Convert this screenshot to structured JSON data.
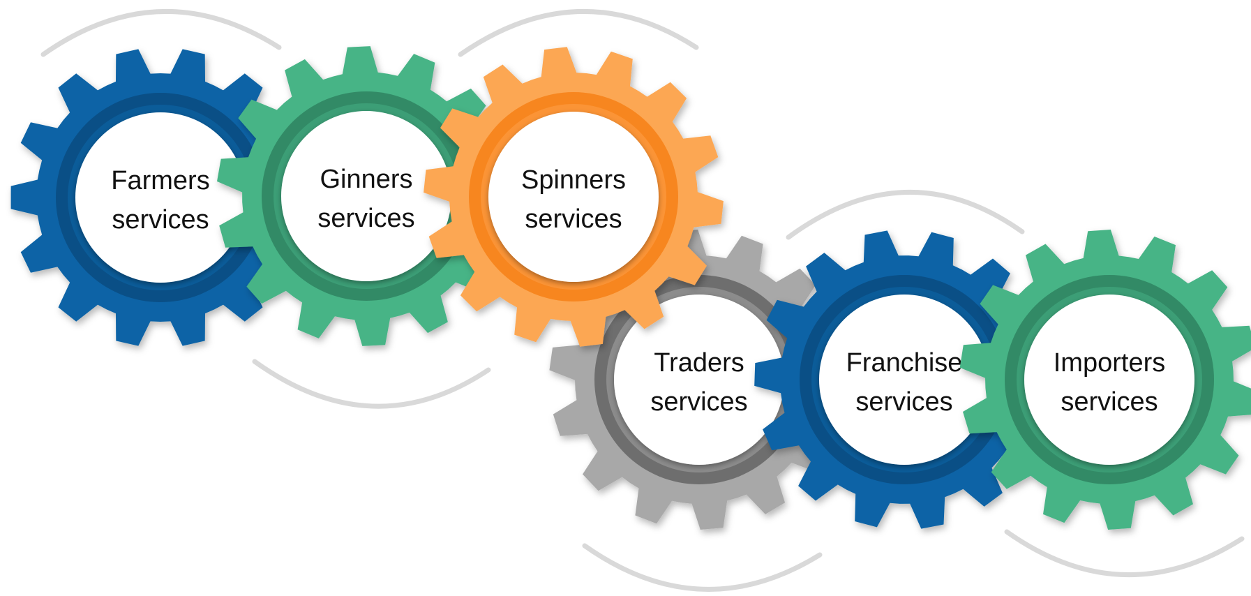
{
  "gears": [
    {
      "id": "farmers",
      "line1": "Farmers",
      "line2": "services",
      "colors": {
        "tooth": "#0a64a6",
        "ring": "#0a4f86",
        "band": "#0b5c99"
      }
    },
    {
      "id": "ginners",
      "line1": "Ginners",
      "line2": "services",
      "colors": {
        "tooth": "#47b486",
        "ring": "#328a66",
        "band": "#3c9e76"
      }
    },
    {
      "id": "spinners",
      "line1": "Spinners",
      "line2": "services",
      "colors": {
        "tooth": "#fca753",
        "ring": "#f7861f",
        "band": "#fb9436"
      }
    },
    {
      "id": "traders",
      "line1": "Traders",
      "line2": "services",
      "colors": {
        "tooth": "#a8a8a8",
        "ring": "#6e6e6e",
        "band": "#8c8c8c"
      }
    },
    {
      "id": "franchise",
      "line1": "Franchise",
      "line2": "services",
      "colors": {
        "tooth": "#0a64a6",
        "ring": "#0a4f86",
        "band": "#0b5c99"
      }
    },
    {
      "id": "importers",
      "line1": "Importers",
      "line2": "services",
      "colors": {
        "tooth": "#47b486",
        "ring": "#328a66",
        "band": "#3c9e76"
      }
    }
  ]
}
